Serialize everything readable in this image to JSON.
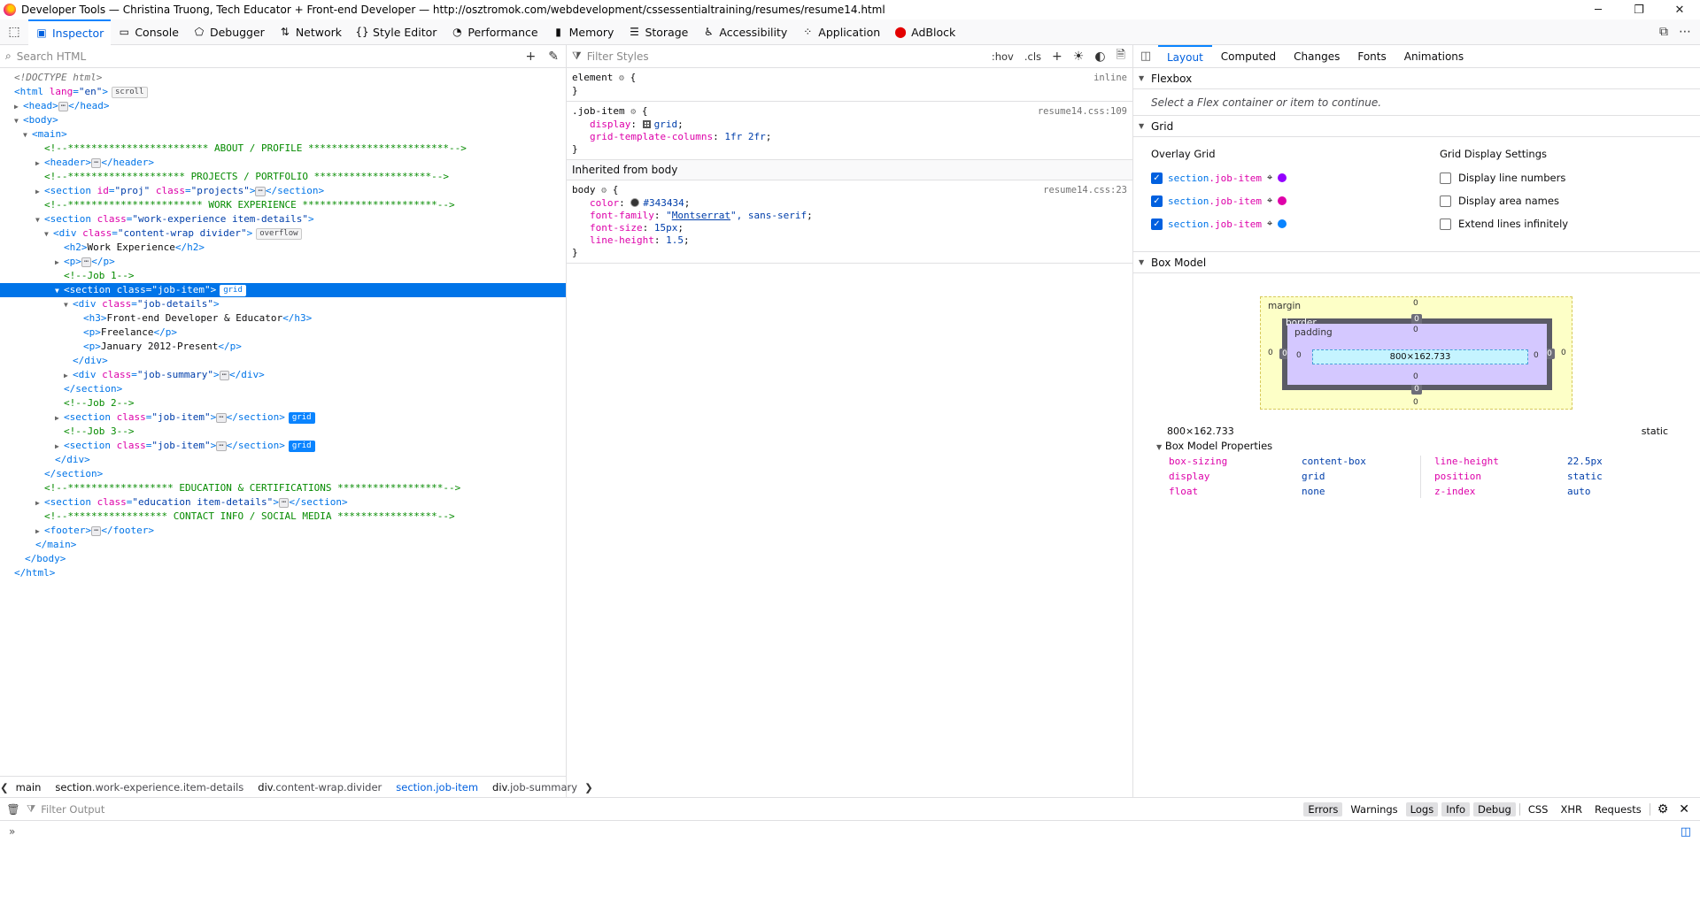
{
  "window": {
    "title": "Developer Tools — Christina Truong, Tech Educator + Front-end Developer — http://osztromok.com/webdevelopment/cssessentialtraining/resumes/resume14.html",
    "minimize": "─",
    "restore": "❐",
    "close": "✕"
  },
  "toolbox": {
    "tabs": [
      {
        "label": "Inspector",
        "icon": "inspector-icon"
      },
      {
        "label": "Console",
        "icon": "console-icon"
      },
      {
        "label": "Debugger",
        "icon": "debugger-icon"
      },
      {
        "label": "Network",
        "icon": "network-icon"
      },
      {
        "label": "Style Editor",
        "icon": "style-editor-icon"
      },
      {
        "label": "Performance",
        "icon": "performance-icon"
      },
      {
        "label": "Memory",
        "icon": "memory-icon"
      },
      {
        "label": "Storage",
        "icon": "storage-icon"
      },
      {
        "label": "Accessibility",
        "icon": "accessibility-icon"
      },
      {
        "label": "Application",
        "icon": "application-icon"
      },
      {
        "label": "AdBlock",
        "icon": "adblock-icon"
      }
    ]
  },
  "markup": {
    "search_placeholder": "Search HTML",
    "doctype": "<!DOCTYPE html>",
    "badges": {
      "scroll": "scroll",
      "overflow": "overflow",
      "grid": "grid"
    },
    "comments": {
      "about": "<!--************************ ABOUT / PROFILE ************************-->",
      "projects": "<!--******************** PROJECTS / PORTFOLIO ********************-->",
      "work": "<!--*********************** WORK EXPERIENCE ***********************-->",
      "job1": "<!--Job 1-->",
      "job2": "<!--Job 2-->",
      "job3": "<!--Job 3-->",
      "education": "<!--****************** EDUCATION & CERTIFICATIONS ******************-->",
      "contact": "<!--***************** CONTACT INFO / SOCIAL MEDIA *****************-->"
    },
    "texts": {
      "h2": "Work Experience",
      "h3": "Front-end Developer & Educator",
      "p1": "Freelance",
      "p2": "January 2012-Present"
    }
  },
  "breadcrumbs": [
    {
      "tag": "main",
      "cls": ""
    },
    {
      "tag": "section",
      "cls": ".work-experience.item-details"
    },
    {
      "tag": "div",
      "cls": ".content-wrap.divider"
    },
    {
      "tag": "section",
      "cls": ".job-item"
    },
    {
      "tag": "div",
      "cls": ".job-summary"
    }
  ],
  "rules": {
    "filter_placeholder": "Filter Styles",
    "hov": ":hov",
    "cls": ".cls",
    "element": {
      "selector": "element",
      "source": "inline"
    },
    "job_item": {
      "selector": ".job-item",
      "source": "resume14.css:109",
      "decls": [
        {
          "prop": "display",
          "value": "grid"
        },
        {
          "prop": "grid-template-columns",
          "value": "1fr 2fr"
        }
      ]
    },
    "inherited_heading": "Inherited from body",
    "body": {
      "selector": "body",
      "source": "resume14.css:23",
      "color_prop": "color",
      "color_value": "#343434",
      "font_prop": "font-family",
      "font_main": "Montserrat",
      "font_rest": ", sans-serif",
      "size_prop": "font-size",
      "size_value": "15px",
      "lh_prop": "line-height",
      "lh_value": "1.5"
    }
  },
  "layout": {
    "tabs": [
      "Layout",
      "Computed",
      "Changes",
      "Fonts",
      "Animations"
    ],
    "flexbox_heading": "Flexbox",
    "flexbox_message": "Select a Flex container or item to continue.",
    "grid_heading": "Grid",
    "overlay_grid_title": "Overlay Grid",
    "overlay_items": [
      {
        "tag": "section",
        "cls": ".job-item",
        "color": "#9400ff"
      },
      {
        "tag": "section",
        "cls": ".job-item",
        "color": "#df00a9"
      },
      {
        "tag": "section",
        "cls": ".job-item",
        "color": "#0a84ff"
      }
    ],
    "display_settings_title": "Grid Display Settings",
    "display_settings": [
      "Display line numbers",
      "Display area names",
      "Extend lines infinitely"
    ],
    "boxmodel_heading": "Box Model",
    "boxmodel": {
      "margin_label": "margin",
      "border_label": "border",
      "padding_label": "padding",
      "content_size": "800×162.733",
      "zero": "0",
      "size_readout": "800×162.733",
      "position_readout": "static"
    },
    "props_heading": "Box Model Properties",
    "props": [
      {
        "key": "box-sizing",
        "value": "content-box"
      },
      {
        "key": "display",
        "value": "grid"
      },
      {
        "key": "float",
        "value": "none"
      },
      {
        "key": "line-height",
        "value": "22.5px"
      },
      {
        "key": "position",
        "value": "static"
      },
      {
        "key": "z-index",
        "value": "auto"
      }
    ]
  },
  "console": {
    "filter_placeholder": "Filter Output",
    "filters": [
      "Errors",
      "Warnings",
      "Logs",
      "Info",
      "Debug"
    ],
    "extra": [
      "CSS",
      "XHR",
      "Requests"
    ]
  }
}
